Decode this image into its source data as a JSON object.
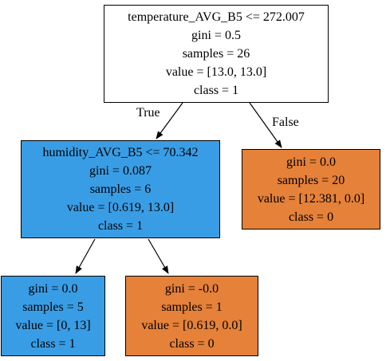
{
  "tree": {
    "root": {
      "split": "temperature_AVG_B5 <= 272.007",
      "gini": "gini = 0.5",
      "samples": "samples = 26",
      "value": "value = [13.0, 13.0]",
      "class": "class = 1",
      "fill": "#ffffff"
    },
    "left": {
      "split": "humidity_AVG_B5 <= 70.342",
      "gini": "gini = 0.087",
      "samples": "samples = 6",
      "value": "value = [0.619, 13.0]",
      "class": "class = 1",
      "fill": "#399de5"
    },
    "right": {
      "gini": "gini = 0.0",
      "samples": "samples = 20",
      "value": "value = [12.381, 0.0]",
      "class": "class = 0",
      "fill": "#e58139"
    },
    "left_left": {
      "gini": "gini = 0.0",
      "samples": "samples = 5",
      "value": "value = [0, 13]",
      "class": "class = 1",
      "fill": "#399de5"
    },
    "left_right": {
      "gini": "gini = -0.0",
      "samples": "samples = 1",
      "value": "value = [0.619, 0.0]",
      "class": "class = 0",
      "fill": "#e58139"
    },
    "edge_true": "True",
    "edge_false": "False"
  }
}
